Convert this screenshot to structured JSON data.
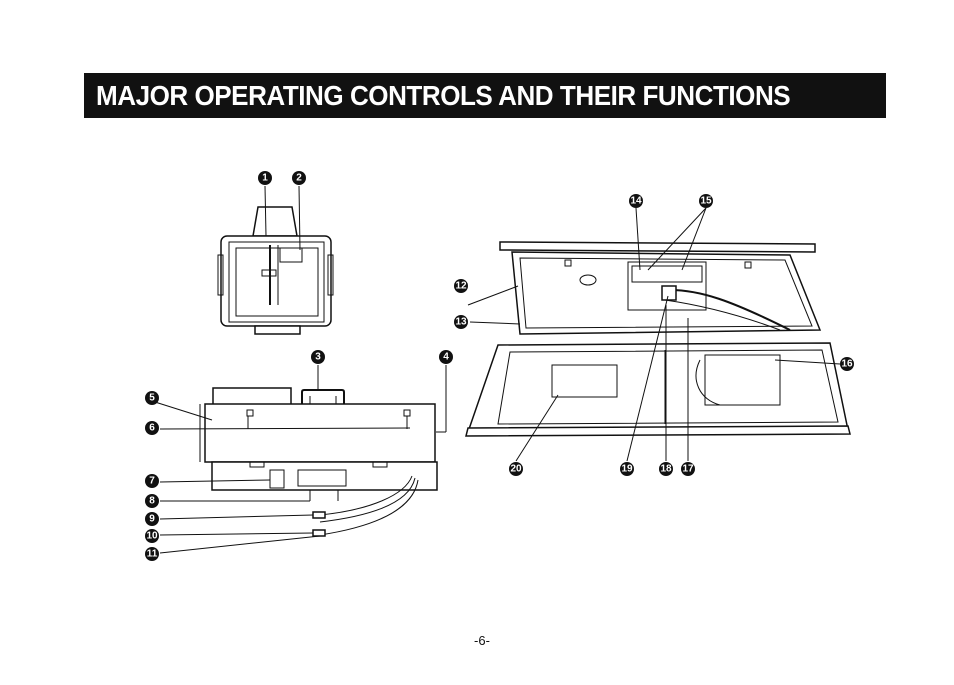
{
  "header": {
    "title": "MAJOR OPERATING CONTROLS AND THEIR FUNCTIONS"
  },
  "callouts": [
    "1",
    "2",
    "3",
    "4",
    "5",
    "6",
    "7",
    "8",
    "9",
    "10",
    "11",
    "12",
    "13",
    "14",
    "15",
    "16",
    "17",
    "18",
    "19",
    "20"
  ],
  "footer": {
    "page_number": "-6-"
  }
}
